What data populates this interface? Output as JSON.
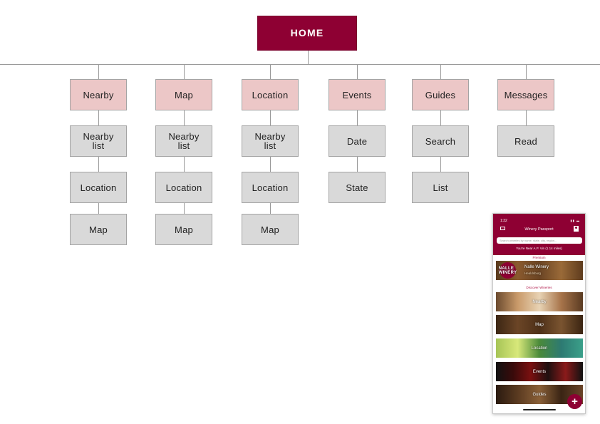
{
  "home": {
    "label": "HOME"
  },
  "columns": [
    {
      "top": "Nearby",
      "items": [
        "Nearby list",
        "Location",
        "Map"
      ]
    },
    {
      "top": "Map",
      "items": [
        "Nearby list",
        "Location",
        "Map"
      ]
    },
    {
      "top": "Location",
      "items": [
        "Nearby list",
        "Location",
        "Map"
      ]
    },
    {
      "top": "Events",
      "items": [
        "Date",
        "State"
      ]
    },
    {
      "top": "Guides",
      "items": [
        "Search",
        "List"
      ]
    },
    {
      "top": "Messages",
      "items": [
        "Read"
      ]
    }
  ],
  "colors": {
    "brand": "#8e0033",
    "top_level_fill": "#ecc7c7",
    "sub_level_fill": "#d9d9d9"
  },
  "phone": {
    "time": "1:32",
    "title": "Winery Passport",
    "search_placeholder": "Search wineries by name, state, city, region...",
    "near_text": "You're Near A.P. Vin (1.14 miles)",
    "premium_label": "Premium",
    "premium_logo": "NALLE WINERY",
    "premium_winery": "Nalle Winery",
    "premium_city": "Healdsburg",
    "discover_label": "Discover Wineries",
    "tiles": [
      "Nearby",
      "Map",
      "Location",
      "Events",
      "Guides"
    ],
    "fab_icon": "plus-icon",
    "mail_icon": "mail-icon",
    "contact_icon": "contact-icon"
  }
}
